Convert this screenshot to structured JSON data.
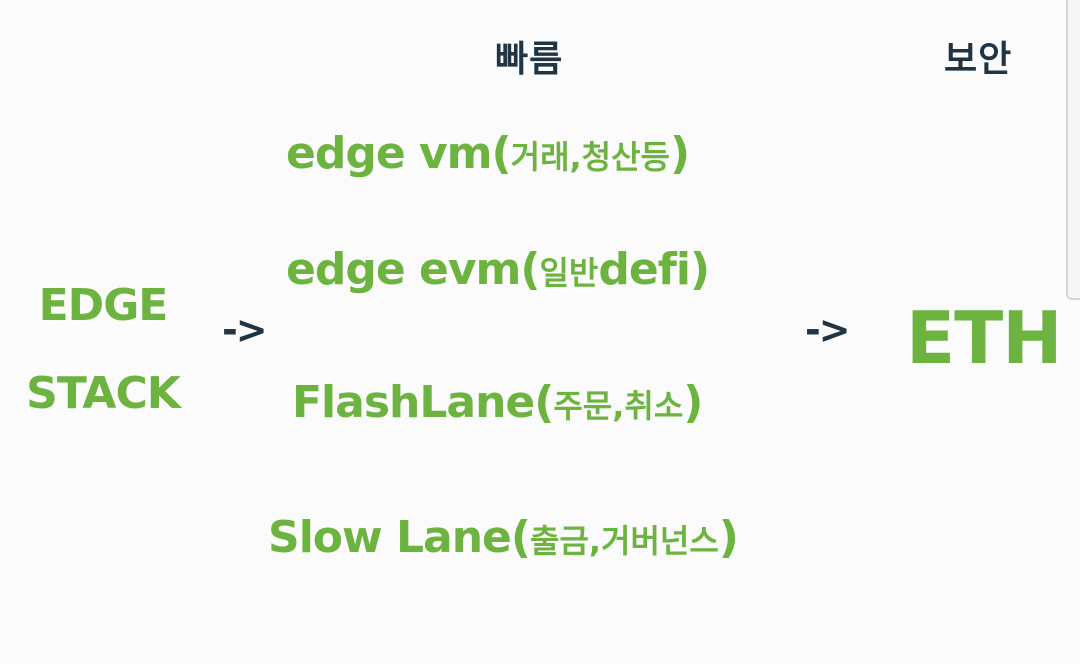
{
  "headers": {
    "speed": "빠름",
    "security": "보안"
  },
  "source": {
    "line1": "EDGE",
    "line2": "STACK"
  },
  "arrows": {
    "left": "->",
    "right": "->"
  },
  "lanes": [
    {
      "name": "edge vm(",
      "detail": "거래,청산등",
      "close": ")"
    },
    {
      "name": "edge evm(",
      "detail": "일반",
      "suffix": "defi",
      "close": ")"
    },
    {
      "name": "FlashLane(",
      "detail": "주문,취소",
      "close": ")"
    },
    {
      "name": "Slow Lane(",
      "detail": "출금,거버넌스",
      "close": ")"
    }
  ],
  "target": "ETH",
  "colors": {
    "green": "#6db33f",
    "dark": "#1f3545",
    "background": "#fbfbfb"
  }
}
